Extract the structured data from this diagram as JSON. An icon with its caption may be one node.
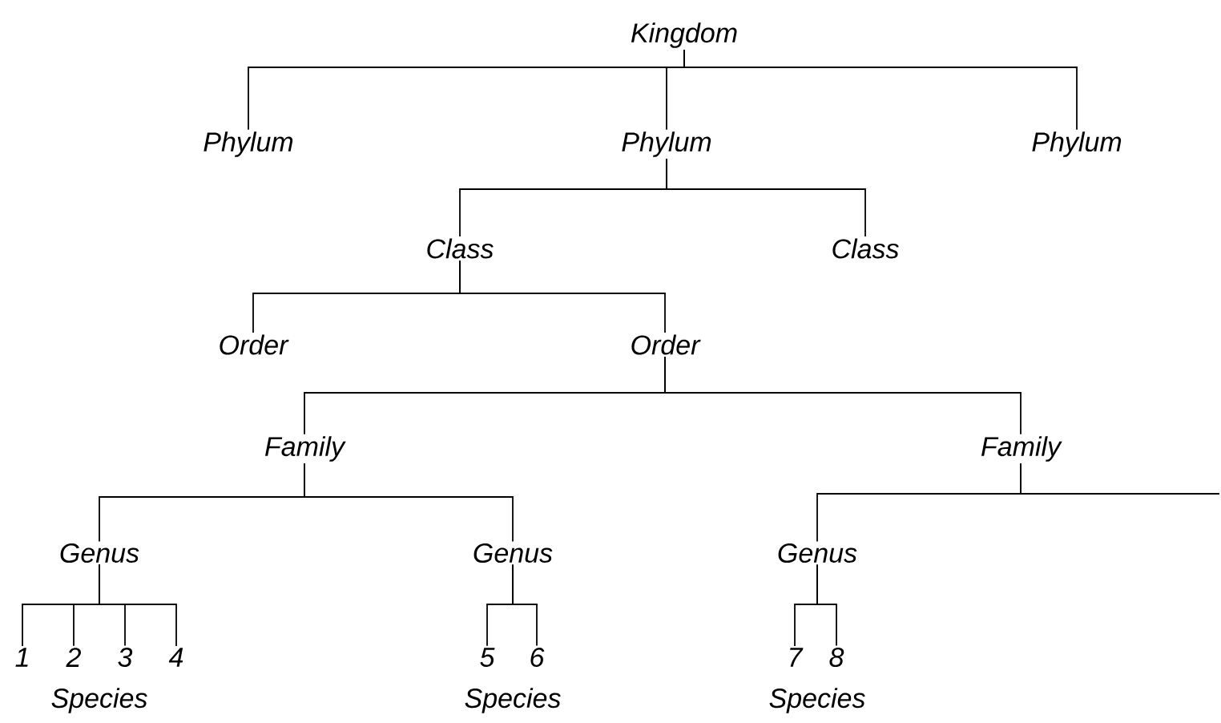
{
  "diagram": {
    "nodes": [
      {
        "text": [
          "Kingdom"
        ]
      },
      {
        "text": [
          "Phylum"
        ]
      },
      {
        "text": [
          "Phylum"
        ]
      },
      {
        "text": [
          "Phylum"
        ]
      },
      {
        "text": [
          "Class"
        ]
      },
      {
        "text": [
          "Class"
        ]
      },
      {
        "text": [
          "Order"
        ]
      },
      {
        "text": [
          "Order"
        ]
      },
      {
        "text": [
          "Family"
        ]
      },
      {
        "text": [
          "Family"
        ]
      },
      {
        "text": [
          "Genus"
        ]
      },
      {
        "text": [
          "Genus"
        ]
      },
      {
        "text": [
          "Genus"
        ]
      },
      {
        "text": [
          "1"
        ]
      },
      {
        "text": [
          "2"
        ]
      },
      {
        "text": [
          "3"
        ]
      },
      {
        "text": [
          "4"
        ]
      },
      {
        "text": [
          "5"
        ]
      },
      {
        "text": [
          "6"
        ]
      },
      {
        "text": [
          "7"
        ]
      },
      {
        "text": [
          "8"
        ]
      }
    ],
    "edges": [
      {
        "from": 0,
        "to": 1,
        "arrow": "none"
      },
      {
        "from": 0,
        "to": 2,
        "arrow": "none"
      },
      {
        "from": 0,
        "to": 3,
        "arrow": "none"
      },
      {
        "from": 2,
        "to": 4,
        "arrow": "none"
      },
      {
        "from": 2,
        "to": 5,
        "arrow": "none"
      },
      {
        "from": 4,
        "to": 6,
        "arrow": "none"
      },
      {
        "from": 4,
        "to": 7,
        "arrow": "none"
      },
      {
        "from": 7,
        "to": 8,
        "arrow": "none"
      },
      {
        "from": 7,
        "to": 9,
        "arrow": "none"
      },
      {
        "from": 8,
        "to": 10,
        "arrow": "none"
      },
      {
        "from": 8,
        "to": 11,
        "arrow": "none"
      },
      {
        "from": 9,
        "to": 12,
        "arrow": "none"
      },
      {
        "from": 9,
        "to": null,
        "arrow": "none"
      },
      {
        "from": 10,
        "to": 13,
        "arrow": "none"
      },
      {
        "from": 10,
        "to": 14,
        "arrow": "none"
      },
      {
        "from": 10,
        "to": 15,
        "arrow": "none"
      },
      {
        "from": 10,
        "to": 16,
        "arrow": "none"
      },
      {
        "from": 11,
        "to": 17,
        "arrow": "none"
      },
      {
        "from": 11,
        "to": 18,
        "arrow": "none"
      },
      {
        "from": 12,
        "to": 19,
        "arrow": "none"
      },
      {
        "from": 12,
        "to": 20,
        "arrow": "none"
      }
    ],
    "labels": [
      "Species",
      "Species",
      "Species"
    ]
  }
}
